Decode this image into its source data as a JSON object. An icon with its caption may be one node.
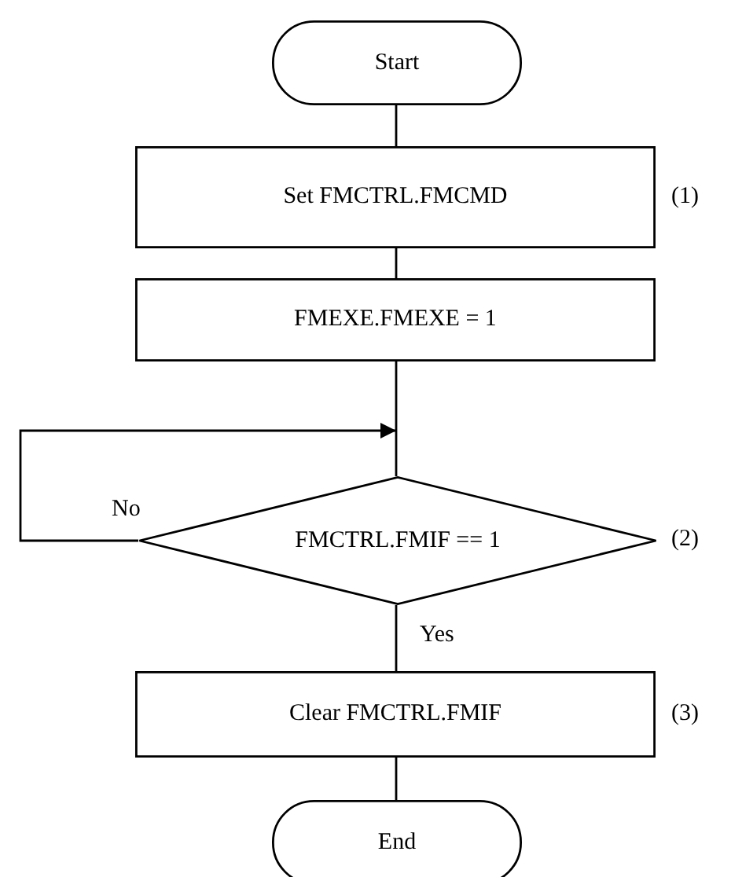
{
  "diagram": {
    "nodes": [
      {
        "text": [
          "Start"
        ]
      },
      {
        "text": [
          "Set FMCTRL.FMCMD"
        ],
        "beside": [
          "(1)"
        ]
      },
      {
        "text": [
          "FMEXE.FMEXE = 1"
        ]
      },
      {
        "text": [
          "FMCTRL.FMIF == 1"
        ],
        "beside": [
          "(2)"
        ]
      },
      {
        "text": [
          "Clear FMCTRL.FMIF"
        ],
        "beside": [
          "(3)"
        ]
      },
      {
        "text": [
          "End"
        ]
      }
    ],
    "edges": [
      {
        "from": 0,
        "to": 1,
        "arrow": "none"
      },
      {
        "from": 1,
        "to": 2,
        "arrow": "none"
      },
      {
        "from": 2,
        "to": 3,
        "arrow": "none"
      },
      {
        "from": 3,
        "to": 3,
        "arrow": "to",
        "label": "No"
      },
      {
        "from": 3,
        "to": 4,
        "arrow": "none",
        "label": "Yes"
      },
      {
        "from": 4,
        "to": 5,
        "arrow": "none"
      }
    ]
  }
}
